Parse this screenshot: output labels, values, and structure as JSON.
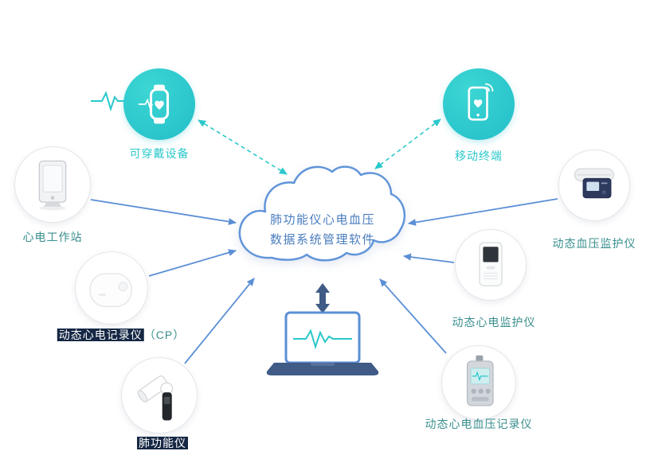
{
  "cloud": {
    "line1": "肺功能仪心电血压",
    "line2": "数据系统管理软件"
  },
  "nodes": {
    "wearable": {
      "label": "可穿戴设备",
      "icon": "smartwatch-icon"
    },
    "mobile": {
      "label": "移动终端",
      "icon": "smartphone-icon"
    },
    "workstation": {
      "label": "心电工作站",
      "icon": "ecg-workstation-device"
    },
    "cp_recorder": {
      "label": "动态心电记录仪",
      "suffix": "（CP）",
      "icon": "holter-recorder-device"
    },
    "spirometer": {
      "label": "肺功能仪",
      "icon": "spirometer-device"
    },
    "abp_monitor": {
      "label": "动态血压监护仪",
      "icon": "bp-monitor-device"
    },
    "holter_monitor": {
      "label": "动态心电监护仪",
      "icon": "ecg-monitor-device"
    },
    "ecg_bp_recorder": {
      "label": "动态心电血压记录仪",
      "icon": "ecg-bp-recorder-device"
    }
  },
  "colors": {
    "teal": "#2bc8ca",
    "arrow_blue": "#5b8fd6",
    "cloud_text_blue": "#4a7dbe",
    "laptop_navy": "#3f5b86",
    "highlight_bg": "#152744",
    "device_label": "#3a8f8e"
  }
}
